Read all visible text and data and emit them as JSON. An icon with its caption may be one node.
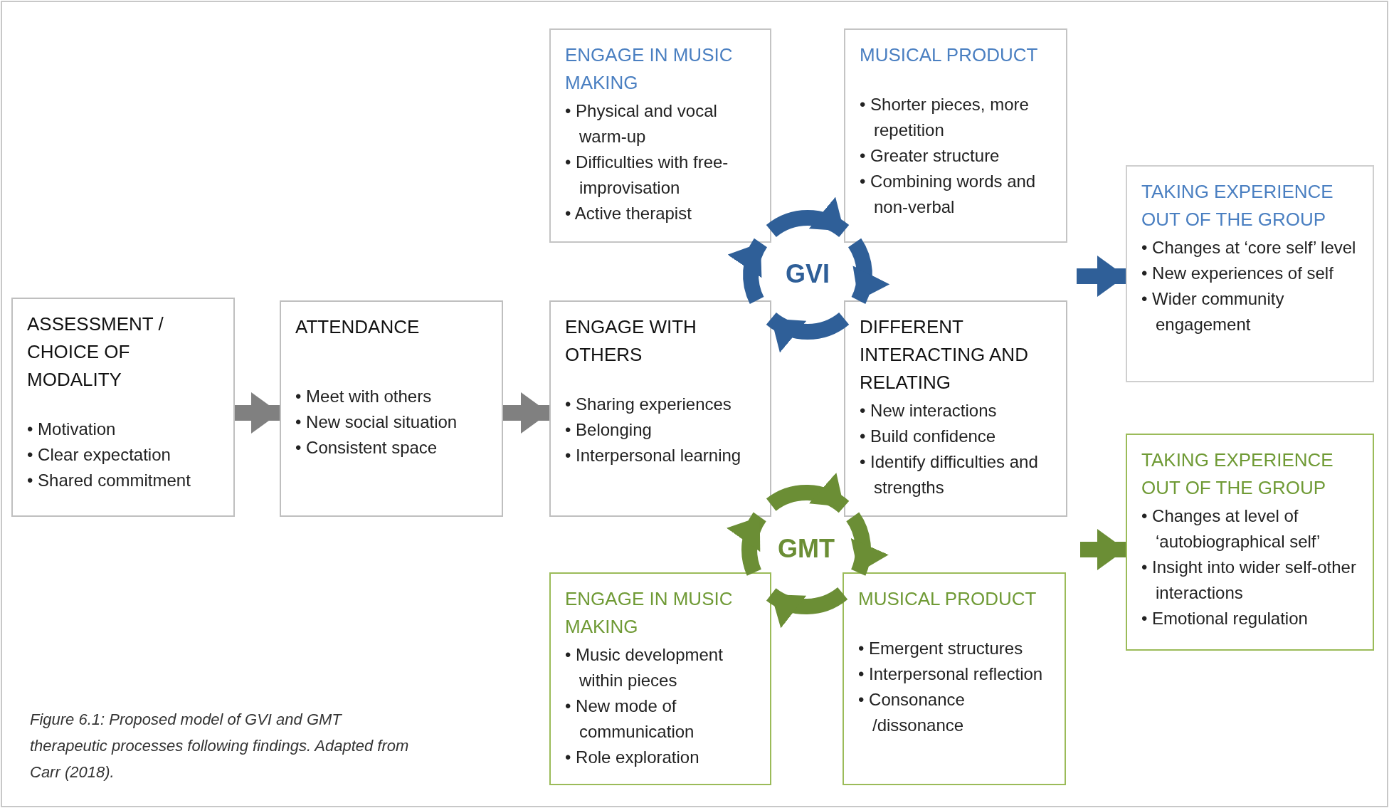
{
  "diagram": {
    "caption": "Figure 6.1: Proposed model of GVI and GMT therapeutic processes following findings. Adapted from Carr (2018).",
    "nodes": [
      {
        "text": [
          "ASSESSMENT / CHOICE OF MODALITY",
          "• Motivation",
          "• Clear expectation",
          "• Shared commitment"
        ]
      },
      {
        "text": [
          "ATTENDANCE",
          "• Meet with others",
          "• New social situation",
          "• Consistent space"
        ]
      },
      {
        "text": [
          "ENGAGE WITH OTHERS",
          "• Sharing experiences",
          "• Belonging",
          "• Interpersonal learning"
        ]
      },
      {
        "text": [
          "DIFFERENT INTERACTING AND RELATING",
          "• New interactions",
          "• Build confidence",
          "• Identify difficulties and strengths"
        ]
      },
      {
        "text": [
          "ENGAGE IN MUSIC MAKING",
          "• Physical and vocal warm-up",
          "• Difficulties with free-improvisation",
          "• Active therapist"
        ]
      },
      {
        "text": [
          "MUSICAL PRODUCT",
          "• Shorter pieces, more repetition",
          "• Greater structure",
          "• Combining words and non-verbal"
        ]
      },
      {
        "text": [
          "TAKING EXPERIENCE OUT OF THE GROUP",
          "• Changes at ‘core self’ level",
          "• New experiences of self",
          "• Wider community engagement"
        ]
      },
      {
        "text": [
          "ENGAGE IN MUSIC MAKING",
          "• Music development within pieces",
          "• New mode of communication",
          "• Role exploration"
        ]
      },
      {
        "text": [
          "MUSICAL PRODUCT",
          "• Emergent structures",
          "• Interpersonal reflection",
          "• Consonance /dissonance"
        ]
      },
      {
        "text": [
          "TAKING EXPERIENCE OUT OF THE GROUP",
          "• Changes at level of ‘autobiographical self’",
          "• Insight into wider self-other interactions",
          "• Emotional regulation"
        ]
      }
    ],
    "edges": [
      {
        "from": 0,
        "to": 1,
        "arrow": "to",
        "color": "#808080"
      },
      {
        "from": 1,
        "to": 2,
        "arrow": "to",
        "color": "#808080"
      },
      {
        "from": 4,
        "to": 5,
        "arrow": "to",
        "color": "#2f5f98"
      },
      {
        "from": 5,
        "to": 3,
        "arrow": "to",
        "color": "#2f5f98"
      },
      {
        "from": 3,
        "to": 2,
        "arrow": "to",
        "color": "#2f5f98"
      },
      {
        "from": 2,
        "to": 4,
        "arrow": "to",
        "color": "#2f5f98"
      },
      {
        "from": null,
        "to": 6,
        "arrow": "to",
        "color": "#2f5f98"
      },
      {
        "from": 2,
        "to": 3,
        "arrow": "to",
        "color": "#6b8e35"
      },
      {
        "from": 3,
        "to": 8,
        "arrow": "to",
        "color": "#6b8e35"
      },
      {
        "from": 8,
        "to": 7,
        "arrow": "to",
        "color": "#6b8e35"
      },
      {
        "from": 7,
        "to": 2,
        "arrow": "to",
        "color": "#6b8e35"
      },
      {
        "from": null,
        "to": 9,
        "arrow": "to",
        "color": "#6b8e35"
      }
    ],
    "labels": [
      "GVI",
      "GMT"
    ]
  }
}
